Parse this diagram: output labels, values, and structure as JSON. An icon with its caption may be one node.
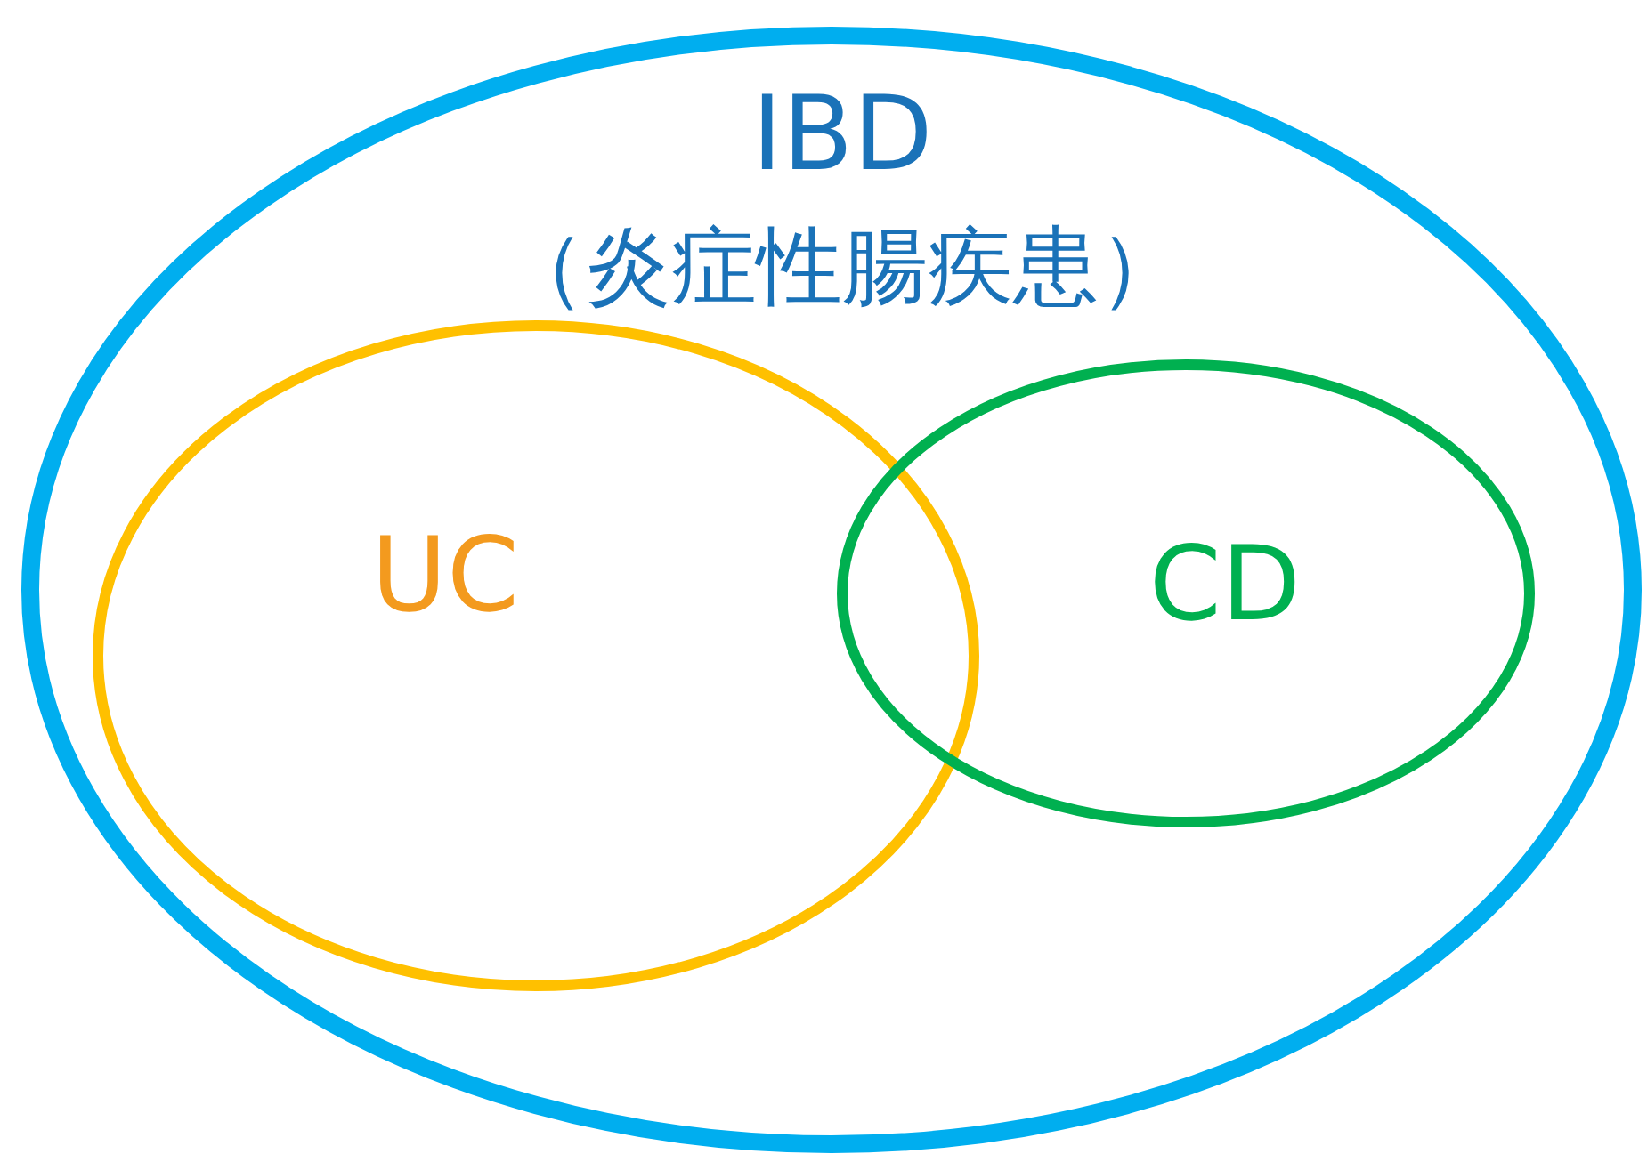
{
  "diagram": {
    "nodes": [
      {
        "text": [
          "IBD",
          "（炎症性腸疾患）"
        ]
      },
      {
        "text": [
          "UC"
        ],
        "in": 0
      },
      {
        "text": [
          "CD"
        ],
        "in": 0
      }
    ]
  }
}
